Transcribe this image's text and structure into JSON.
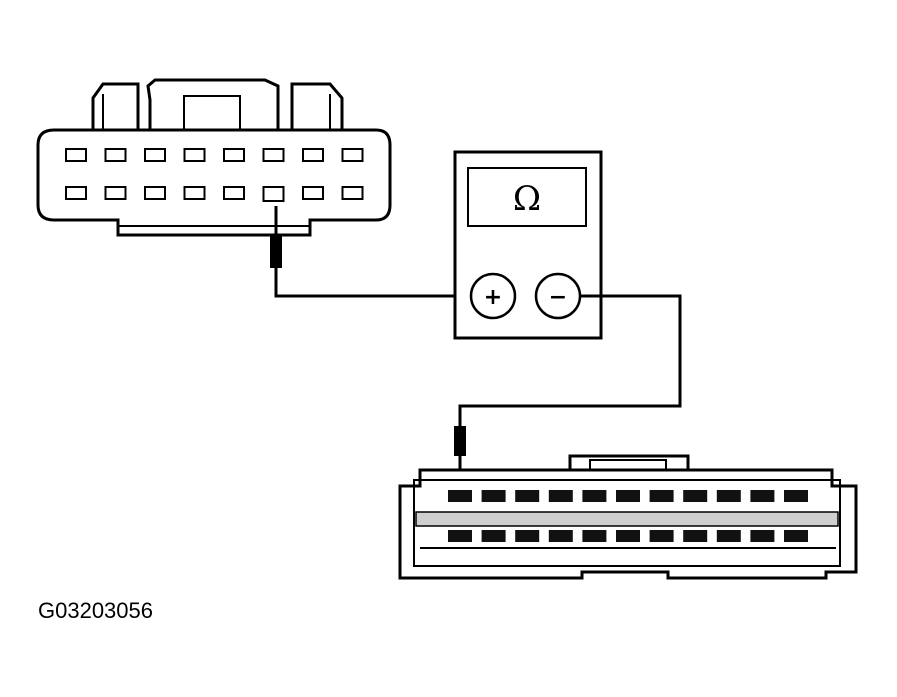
{
  "figure": {
    "id_label": "G03203056"
  },
  "meter": {
    "display_symbol": "Ω",
    "positive_terminal": "+",
    "negative_terminal": "−"
  },
  "connector_a": {
    "rows": 2,
    "pins_per_row": 8,
    "probed_pin": {
      "row": 2,
      "index": 6
    }
  },
  "connector_b": {
    "rows": 2,
    "pins_per_row": 11,
    "probed_pin": {
      "row": 1,
      "index": 1
    }
  },
  "colors": {
    "line": "#000000",
    "connector_fill": "#ffffff",
    "shade": "#cfcfcf",
    "pin_fill": "#111111"
  }
}
